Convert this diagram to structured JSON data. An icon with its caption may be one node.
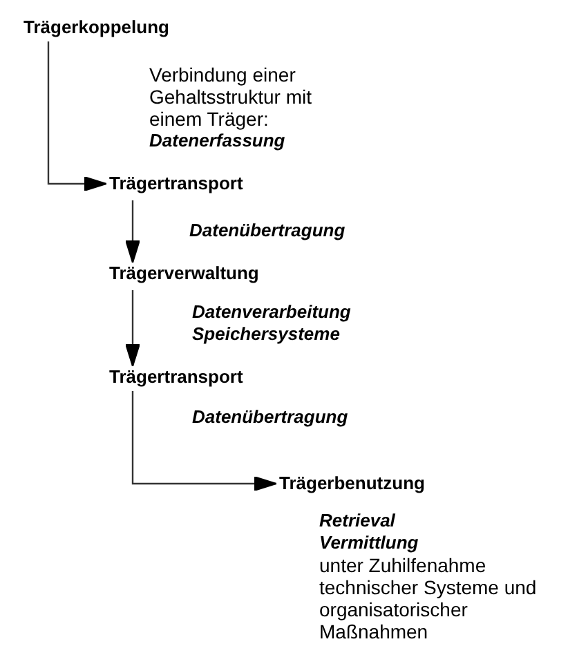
{
  "diagram": {
    "nodes": [
      {
        "text": [
          "Trägerkoppelung"
        ]
      },
      {
        "text": [
          "Trägertransport"
        ]
      },
      {
        "text": [
          "Trägerverwaltung"
        ]
      },
      {
        "text": [
          "Trägertransport"
        ]
      },
      {
        "text": [
          "Trägerbenutzung"
        ],
        "beside": [
          "Retrieval",
          "Vermittlung",
          "unter Zuhilfenahme technischer Systeme und organisatorischer Maßnahmen"
        ]
      }
    ],
    "edges": [
      {
        "from": 0,
        "to": 1,
        "arrow": "to",
        "label": "Verbindung einer Gehaltsstruktur mit einem Träger: **Datenerfassung**"
      },
      {
        "from": 1,
        "to": 2,
        "arrow": "to",
        "label": "Datenübertragung"
      },
      {
        "from": 2,
        "to": 3,
        "arrow": "to",
        "label": "Datenverarbeitung Speichersysteme"
      },
      {
        "from": 3,
        "to": 4,
        "arrow": "to",
        "label": "Datenübertragung"
      }
    ]
  }
}
